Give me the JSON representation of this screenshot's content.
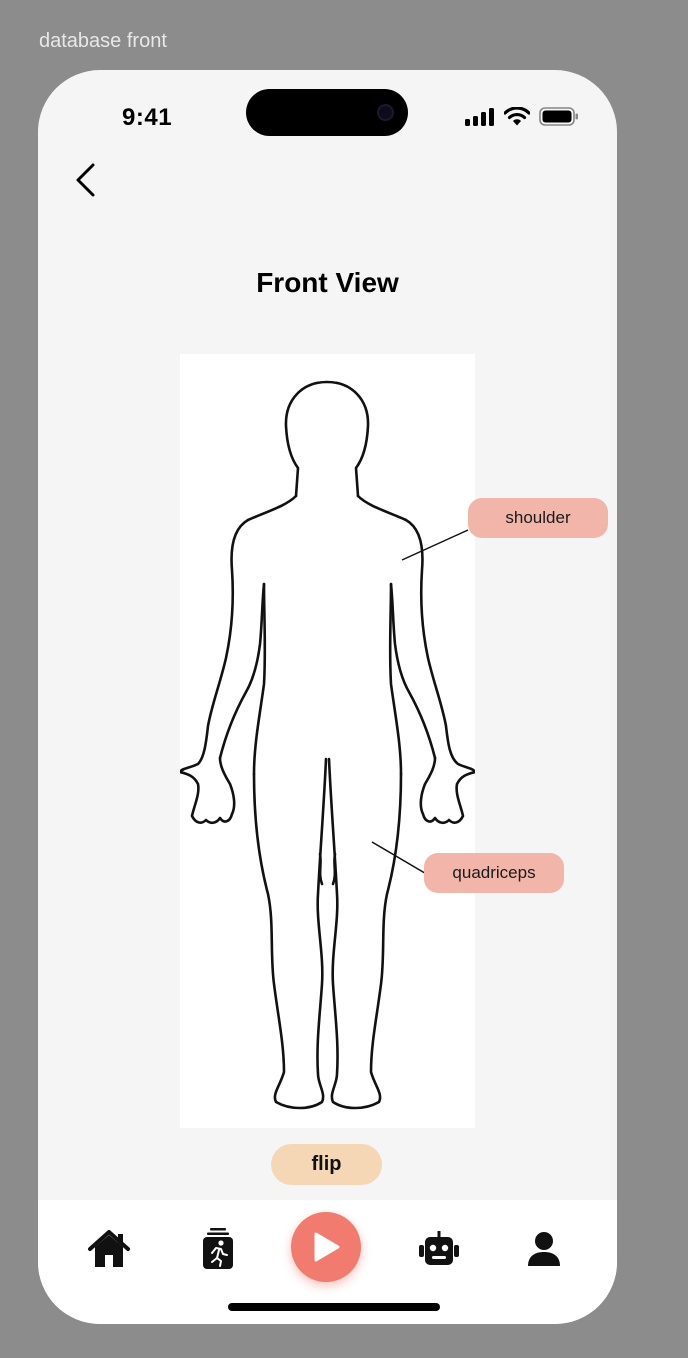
{
  "frame": {
    "label": "database front"
  },
  "status_bar": {
    "time": "9:41"
  },
  "header": {
    "back_icon": "chevron-left-icon",
    "title": "Front View"
  },
  "figure": {
    "labels": [
      {
        "text": "shoulder"
      },
      {
        "text": "quadriceps"
      }
    ],
    "label_color": "#f2b5aa"
  },
  "actions": {
    "flip_label": "flip",
    "flip_color": "#f5d7b5"
  },
  "tabbar": {
    "items": [
      {
        "icon": "home-icon"
      },
      {
        "icon": "workout-icon"
      },
      {
        "icon": "play-icon",
        "accent": "#f07b6e"
      },
      {
        "icon": "robot-icon"
      },
      {
        "icon": "profile-icon"
      }
    ]
  }
}
